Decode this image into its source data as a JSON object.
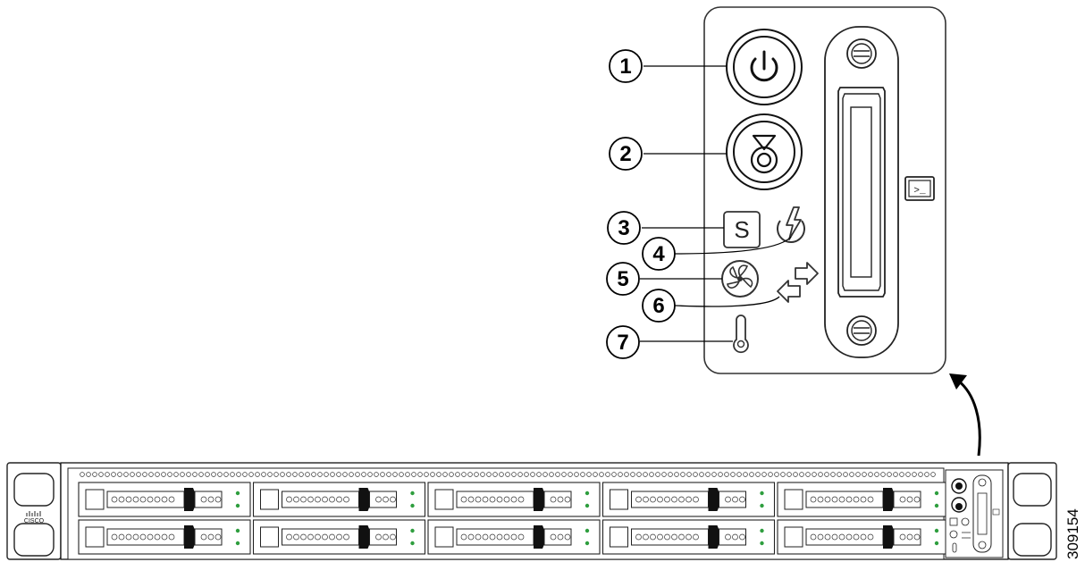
{
  "callouts": [
    {
      "number": "1",
      "icon": "power-button-icon"
    },
    {
      "number": "2",
      "icon": "unit-identification-button-icon"
    },
    {
      "number": "3",
      "icon": "system-status-led-icon"
    },
    {
      "number": "4",
      "icon": "power-supply-status-led-icon"
    },
    {
      "number": "5",
      "icon": "fan-status-led-icon"
    },
    {
      "number": "6",
      "icon": "network-link-activity-led-icon"
    },
    {
      "number": "7",
      "icon": "temperature-status-led-icon"
    }
  ],
  "panel_icons": {
    "system_status_glyph": "S",
    "kvm_connector": "kvm-console-connector-icon",
    "console_icon": "console-prompt-icon",
    "console_glyph": ">_"
  },
  "logo": {
    "text": "CISCO"
  },
  "drawing_id": "309154",
  "drive_bays": {
    "columns": 5,
    "rows": 2
  }
}
